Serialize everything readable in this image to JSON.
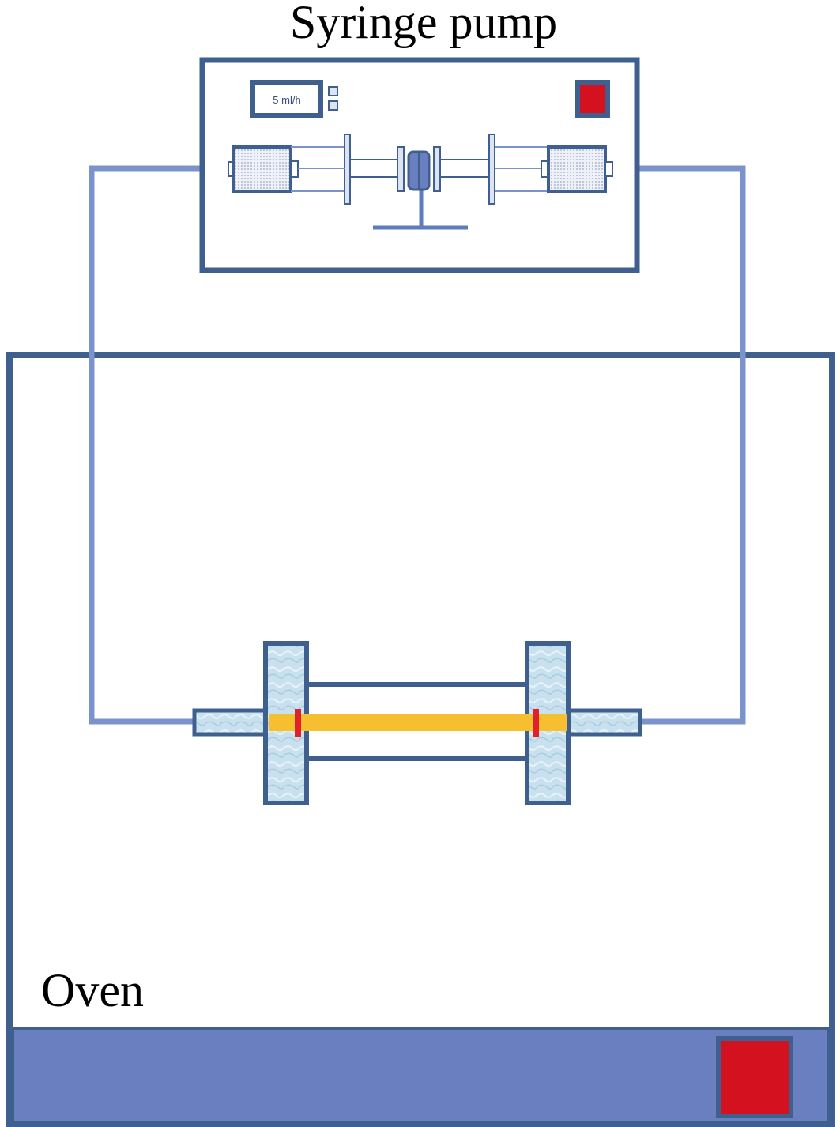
{
  "labels": {
    "pump_title": "Syringe pump",
    "oven_label": "Oven",
    "pump_display": "5 ml/h"
  },
  "colors": {
    "frame_dark": "#3f5f8f",
    "tube_light": "#7b93cc",
    "oven_panel": "#6a7fbf",
    "indicator_red": "#d4121f",
    "sample_yellow": "#f6bf2f",
    "seal_red": "#e0202a",
    "holder_light_blue": "#c6e0ee"
  },
  "icons": {
    "pump_indicator": "red-square-indicator",
    "oven_indicator": "red-square-indicator",
    "up_button": "square-button",
    "down_button": "square-button"
  }
}
